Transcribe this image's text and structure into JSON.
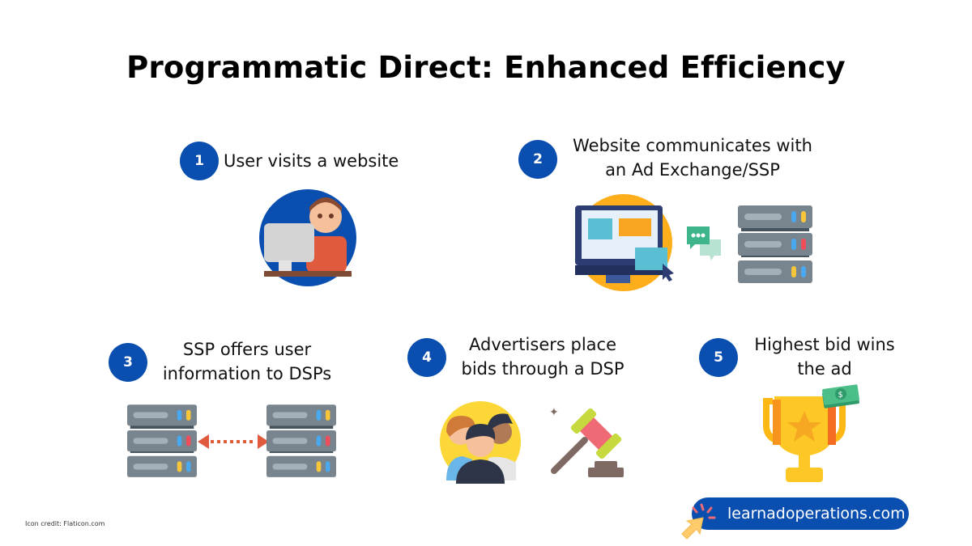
{
  "title": "Programmatic Direct: Enhanced Efficiency",
  "steps": [
    {
      "number": "1",
      "line1": "User visits a website",
      "line2": ""
    },
    {
      "number": "2",
      "line1": "Website communicates with",
      "line2": "an Ad Exchange/SSP"
    },
    {
      "number": "3",
      "line1": "SSP offers user",
      "line2": "information to DSPs"
    },
    {
      "number": "4",
      "line1": "Advertisers place",
      "line2": "bids through a DSP"
    },
    {
      "number": "5",
      "line1": "Highest bid wins",
      "line2": "the ad"
    }
  ],
  "icons": [
    "user-at-computer-icon",
    "website-monitor-icon",
    "chat-bubbles-icon",
    "server-rack-icon",
    "bidirectional-arrow-icon",
    "advertisers-group-icon",
    "auction-gavel-icon",
    "trophy-icon",
    "money-icon",
    "cursor-click-icon"
  ],
  "credit": "Icon credit: Flaticon.com",
  "website_link": "learnadoperations.com",
  "colors": {
    "badge": "#0a4fb0",
    "pill": "#0a4fb0",
    "server": "#78858f",
    "arrow": "#e05a3e"
  }
}
